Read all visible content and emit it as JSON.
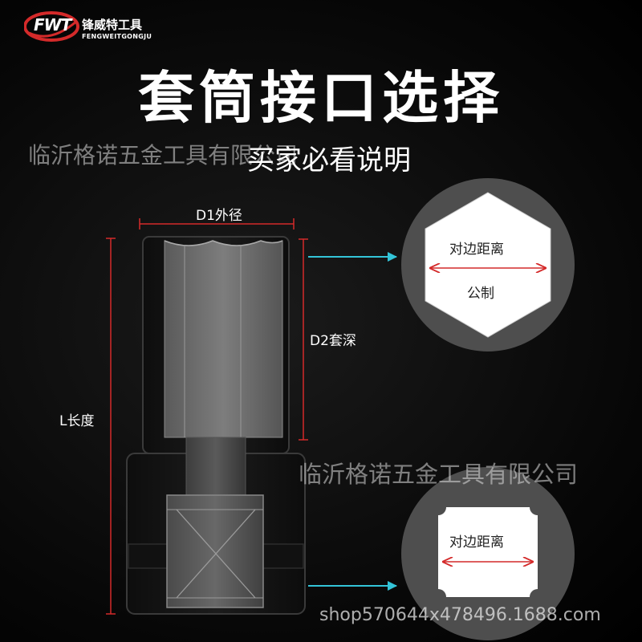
{
  "brand": {
    "logo_text": "FWT",
    "name_cn": "锋威特工具",
    "name_en": "FENGWEITGONGJU",
    "logo_color": "#d42a2a"
  },
  "title": "套筒接口选择",
  "subtitle": "买家必看说明",
  "watermarks": {
    "wm1": "临沂格诺五金工具有限公司",
    "wm2": "临沂格诺五金工具有限公司",
    "shop": "shop570644x478496.1688.com"
  },
  "labels": {
    "d1": "D1外径",
    "d2": "D2套深",
    "length": "L长度"
  },
  "hex_detail": {
    "top": "对边距离",
    "bottom": "公制"
  },
  "square_detail": {
    "label": "对边距离"
  },
  "colors": {
    "dimension_red": "#d42a2a",
    "arrow_cyan": "#33c4d8",
    "circle_gray": "#555555"
  },
  "icons": [
    "socket-diagram",
    "hexagon-icon",
    "square-drive-icon",
    "arrow-icon"
  ]
}
